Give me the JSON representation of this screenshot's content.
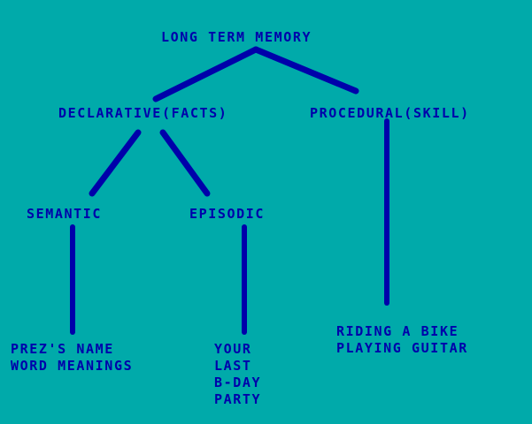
{
  "diagram": {
    "colors": {
      "background": "#00aaaa",
      "text": "#0000aa",
      "lines": "#0000aa"
    },
    "nodes": {
      "root": "LONG TERM MEMORY",
      "declarative": "DECLARATIVE(FACTS)",
      "procedural": "PROCEDURAL(SKILL)",
      "semantic": "SEMANTIC",
      "episodic": "EPISODIC"
    },
    "examples": {
      "semantic": [
        "PREZ'S NAME",
        "WORD MEANINGS"
      ],
      "episodic": [
        "YOUR",
        "LAST",
        "B-DAY",
        "PARTY"
      ],
      "procedural": [
        "RIDING A BIKE",
        "PLAYING GUITAR"
      ]
    },
    "edges": [
      [
        "root",
        "declarative"
      ],
      [
        "root",
        "procedural"
      ],
      [
        "declarative",
        "semantic"
      ],
      [
        "declarative",
        "episodic"
      ],
      [
        "semantic",
        "semantic-examples"
      ],
      [
        "episodic",
        "episodic-examples"
      ],
      [
        "procedural",
        "procedural-examples"
      ]
    ]
  }
}
